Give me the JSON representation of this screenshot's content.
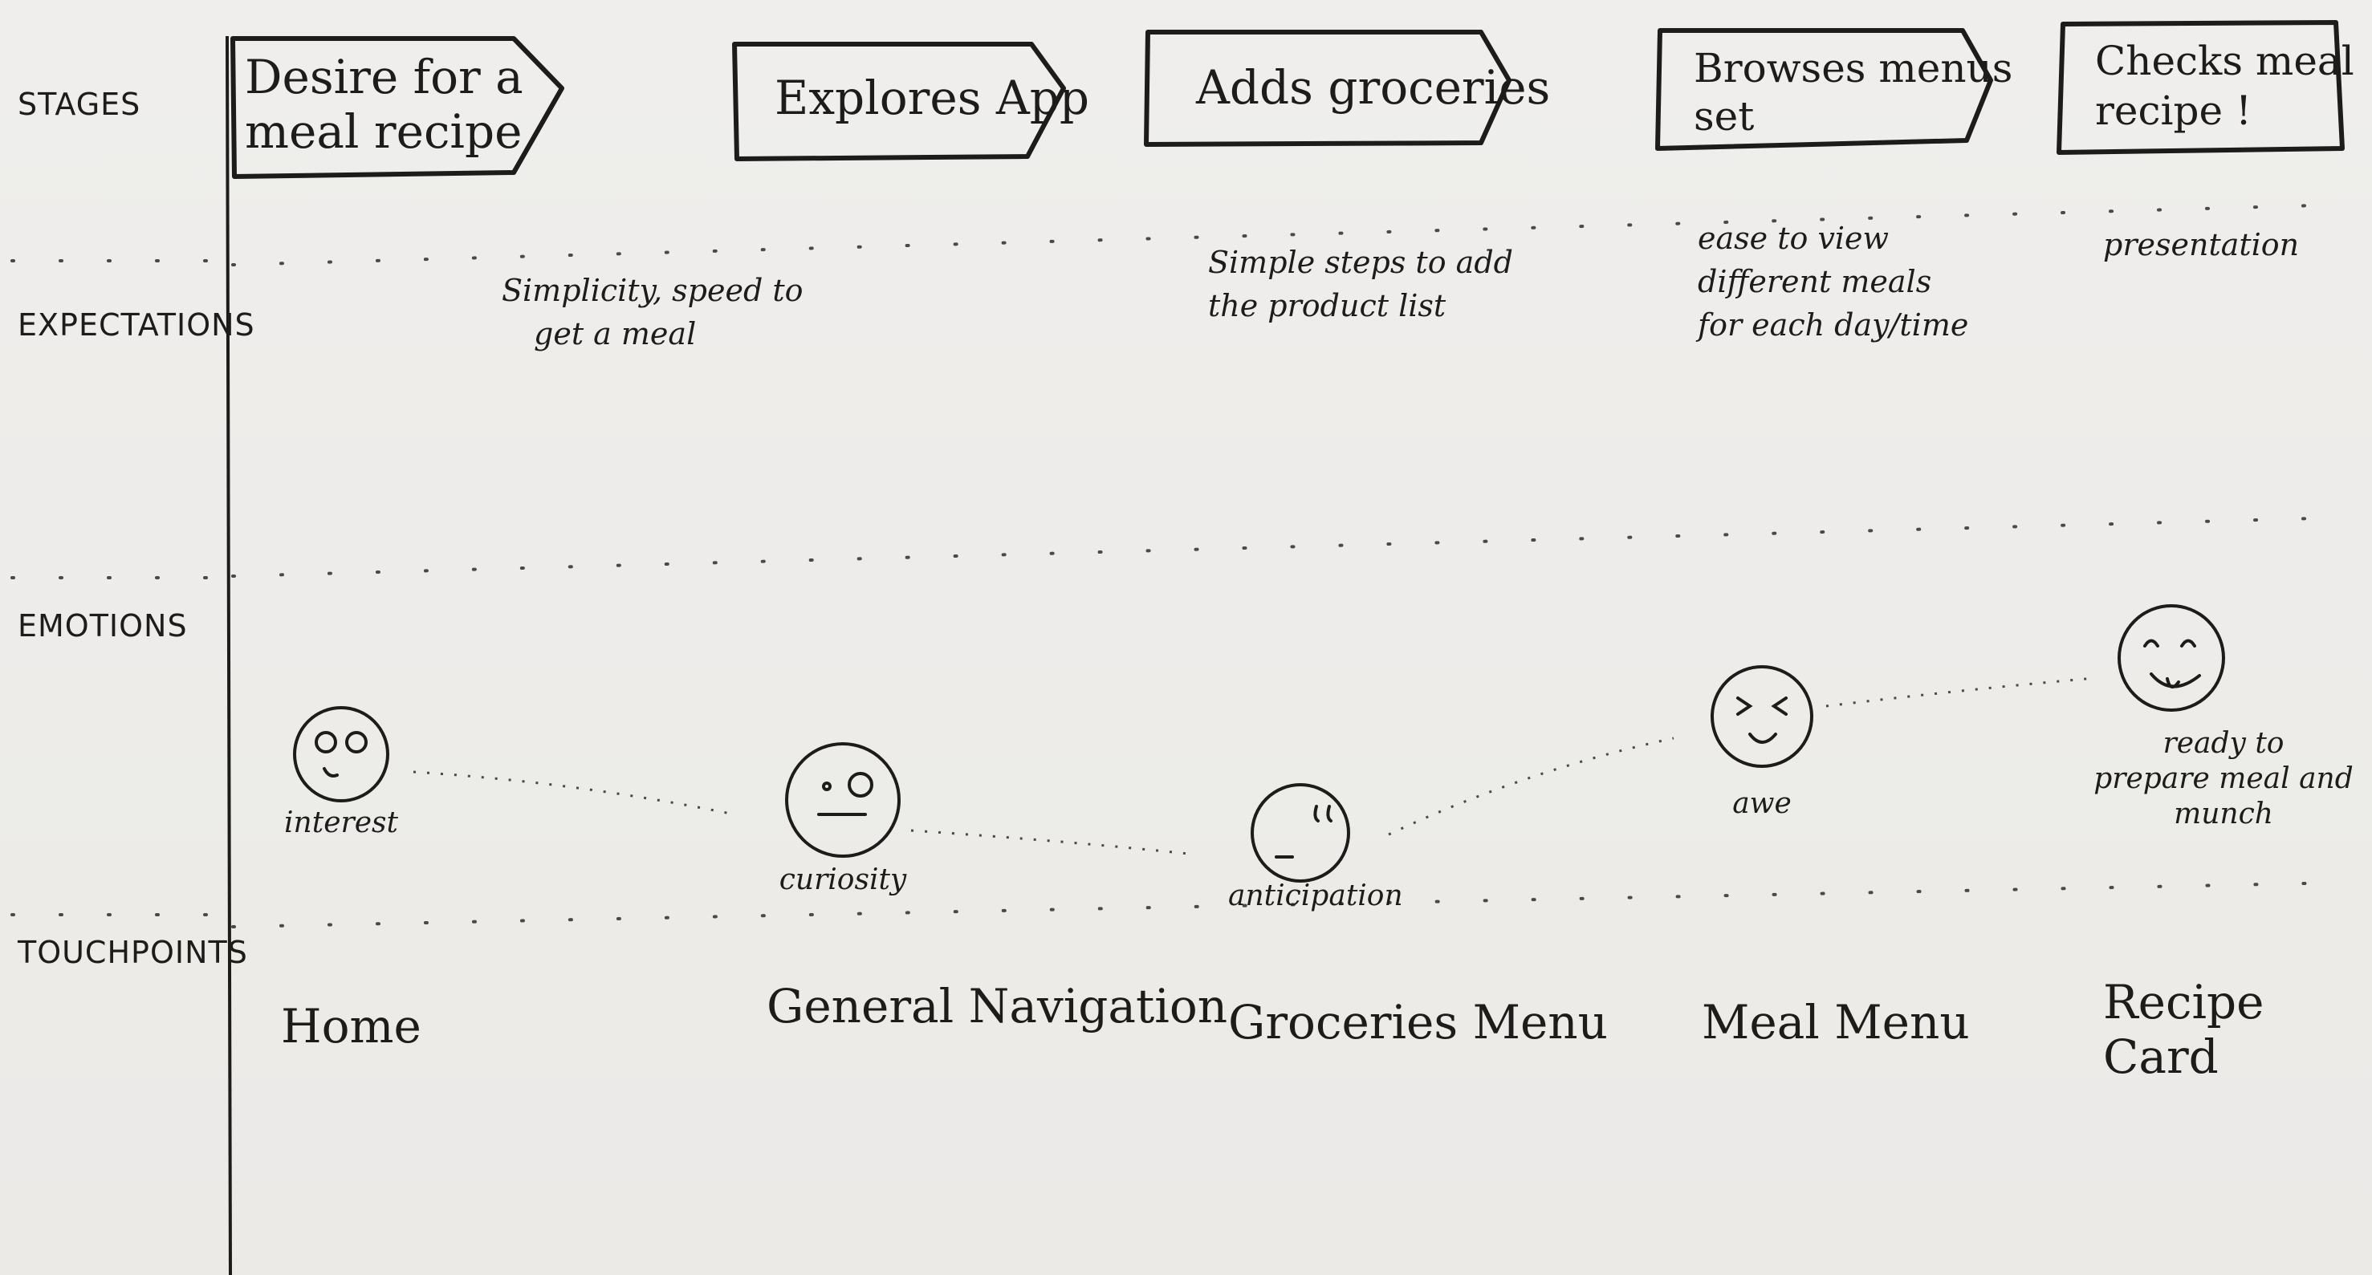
{
  "rows": {
    "stages": "STAGES",
    "expectations": "EXPECTATIONS",
    "emotions": "EMOTIONS",
    "touchpoints": "TOUCHPOINTS"
  },
  "stages": [
    {
      "line1": "Desire for a",
      "line2": "meal recipe"
    },
    {
      "line1": "Explores App",
      "line2": ""
    },
    {
      "line1": "Adds groceries",
      "line2": ""
    },
    {
      "line1": "Browses menus",
      "line2": "set"
    },
    {
      "line1": "Checks meal",
      "line2": "recipe !"
    }
  ],
  "expectations": [
    {
      "line1": "",
      "line2": "",
      "line3": ""
    },
    {
      "line1": "Simplicity, speed to",
      "line2": "get a meal",
      "line3": ""
    },
    {
      "line1": "Simple steps to add",
      "line2": "the product list",
      "line3": ""
    },
    {
      "line1": "ease to view",
      "line2": "different meals",
      "line3": "for each day/time"
    },
    {
      "line1": "presentation",
      "line2": "",
      "line3": ""
    }
  ],
  "emotions": [
    {
      "line1": "interest",
      "line2": "",
      "line3": "",
      "face": "interested-face-icon"
    },
    {
      "line1": "curiosity",
      "line2": "",
      "line3": "",
      "face": "curious-face-icon"
    },
    {
      "line1": "anticipation",
      "line2": "",
      "line3": "",
      "face": "anticipating-face-icon"
    },
    {
      "line1": "awe",
      "line2": "",
      "line3": "",
      "face": "awe-face-icon"
    },
    {
      "line1": "ready to",
      "line2": "prepare meal and",
      "line3": "munch",
      "face": "happy-face-icon"
    }
  ],
  "touchpoints": [
    "Home",
    "General Navigation",
    "Groceries Menu",
    "Meal Menu",
    "Recipe Card"
  ],
  "colors": {
    "paper": "#eeedeb",
    "ink": "#1d1c1a",
    "dots": "#4a4946"
  }
}
